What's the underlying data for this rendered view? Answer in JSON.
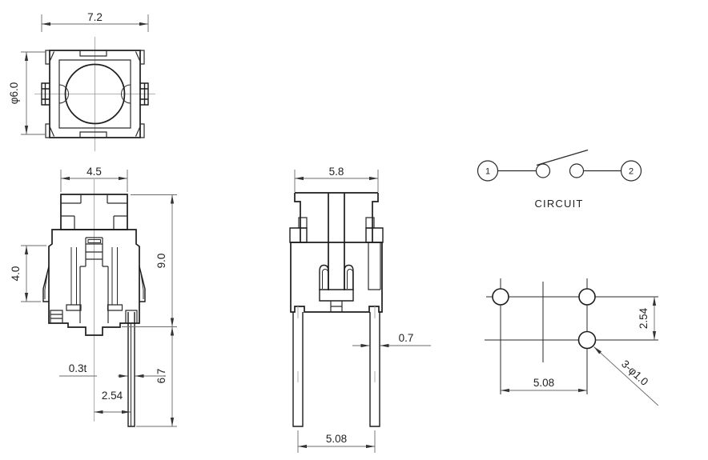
{
  "drawing": {
    "type": "engineering-drawing-tact-switch",
    "background": "#ffffff",
    "line_colors": {
      "outline": "#1d1d1d",
      "dimension": "#6b6b6b",
      "centerline": "#9b9b9b",
      "text": "#222222"
    },
    "views": {
      "top": {
        "dim_width": "7.2",
        "dim_diameter": "φ6.0"
      },
      "front": {
        "dim_cap_width": "4.5",
        "dim_side_height": "4.0",
        "dim_body_height": "9.0",
        "dim_lead_thickness": "0.3t",
        "dim_lead_offset": "2.54",
        "dim_lead_length": "6.7"
      },
      "side": {
        "dim_width": "5.8",
        "dim_lead_width": "0.7",
        "dim_lead_pitch": "5.08"
      },
      "circuit": {
        "terminal_1": "1",
        "terminal_2": "2",
        "label": "CIRCUIT"
      },
      "pcb": {
        "dim_row_pitch": "2.54",
        "dim_col_pitch": "5.08",
        "dim_hole_note": "3-φ1.0"
      }
    }
  }
}
